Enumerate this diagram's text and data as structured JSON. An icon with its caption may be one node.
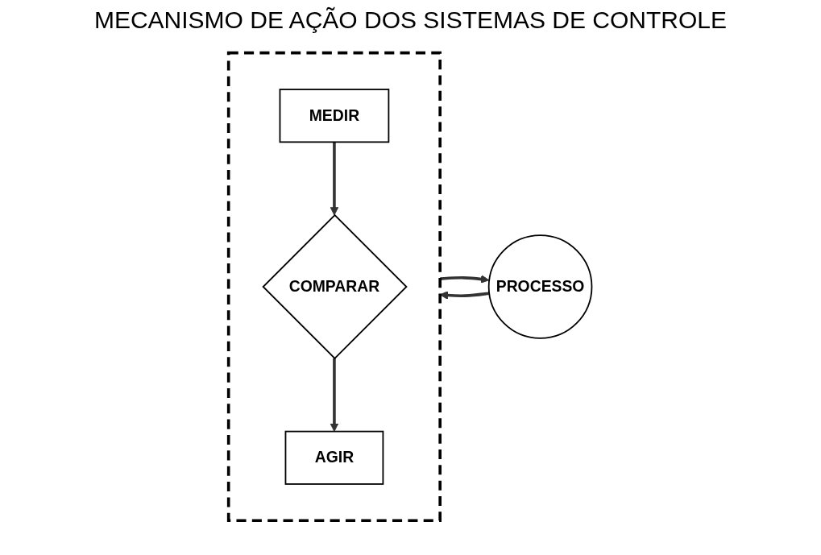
{
  "diagram": {
    "title": "MECANISMO DE AÇÃO DOS SISTEMAS DE CONTROLE",
    "nodes": [
      {
        "text": [
          "PROCESSO"
        ]
      },
      {
        "text": [],
        "shape": "box"
      },
      {
        "text": [
          "MEDIR"
        ],
        "in": 1
      },
      {
        "text": [
          "COMPARAR"
        ],
        "in": 1
      },
      {
        "text": [
          "AGIR"
        ],
        "in": 1
      }
    ],
    "edges": [
      {
        "from": 0,
        "to": 1,
        "arrow": "to"
      },
      {
        "from": 2,
        "to": 3,
        "arrow": "to"
      },
      {
        "from": 3,
        "to": 4,
        "arrow": "to"
      },
      {
        "from": 1,
        "to": 0,
        "arrow": "to"
      }
    ]
  }
}
